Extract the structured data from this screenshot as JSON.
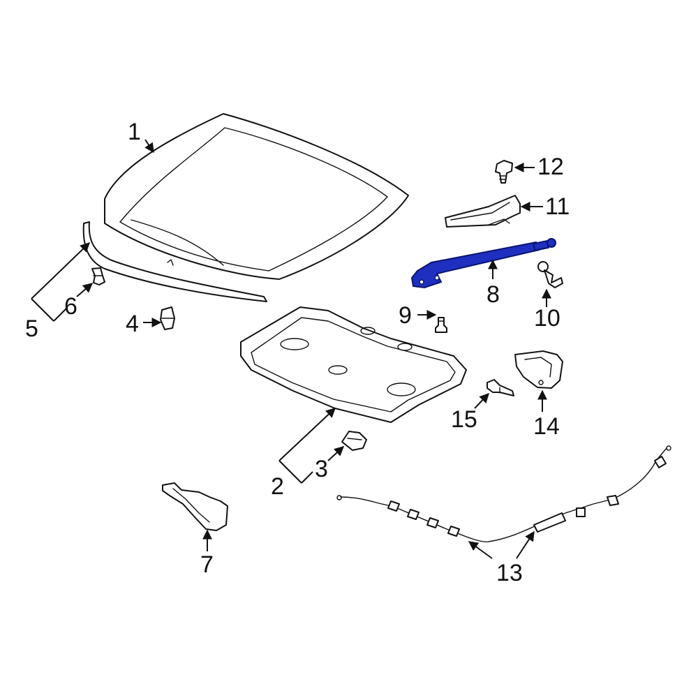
{
  "colors": {
    "highlight_fill": "#1f2fbf",
    "highlight_stroke": "#0a1470",
    "line": "#111111",
    "background": "#ffffff"
  },
  "callouts": [
    "1",
    "2",
    "3",
    "4",
    "5",
    "6",
    "7",
    "8",
    "9",
    "10",
    "11",
    "12",
    "13",
    "14",
    "15"
  ],
  "highlighted_part": "8"
}
